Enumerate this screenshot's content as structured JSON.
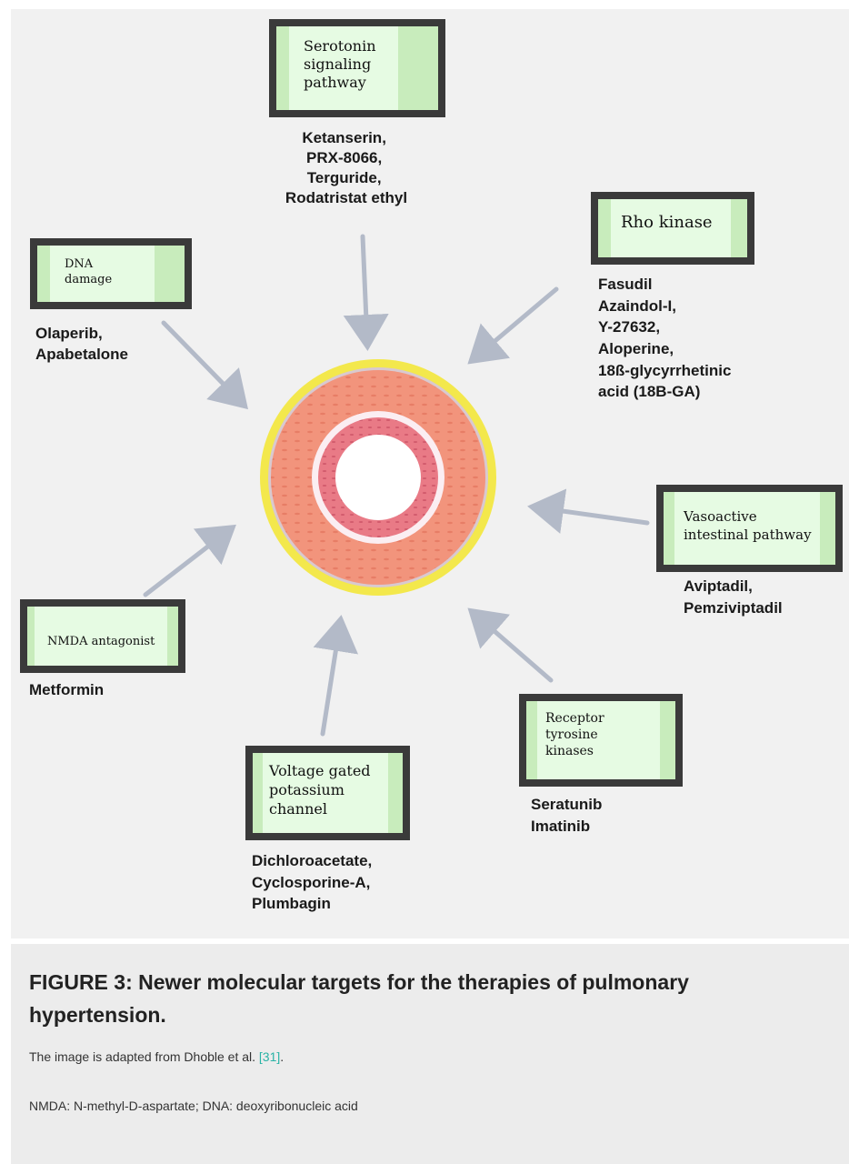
{
  "targets": {
    "serotonin": {
      "label_lines": [
        "Serotonin",
        "signaling",
        "pathway"
      ],
      "drug_lines": [
        "Ketanserin,",
        "PRX-8066,",
        "Terguride,",
        "Rodatristat ethyl"
      ]
    },
    "rho_kinase": {
      "label_lines": [
        "Rho kinase"
      ],
      "drug_lines": [
        "Fasudil",
        "Azaindol-I,",
        "Y-27632,",
        "Aloperine,",
        "18ß-glycyrrhetinic",
        "acid (18B-GA)"
      ]
    },
    "dna_damage": {
      "label_lines": [
        "DNA",
        "damage"
      ],
      "drug_lines": [
        "Olaperib,",
        "Apabetalone"
      ]
    },
    "vasoactive": {
      "label_lines": [
        "Vasoactive",
        "intestinal pathway"
      ],
      "drug_lines": [
        "Aviptadil,",
        "Pemziviptadil"
      ]
    },
    "nmda": {
      "label_lines": [
        "NMDA  antagonist"
      ],
      "drug_lines": [
        "Metformin"
      ]
    },
    "rtk": {
      "label_lines": [
        "Receptor",
        "tyrosine",
        "kinases"
      ],
      "drug_lines": [
        "Seratunib",
        "Imatinib"
      ]
    },
    "kv_channel": {
      "label_lines": [
        "Voltage gated",
        "potassium",
        "channel"
      ],
      "drug_lines": [
        "Dichloroacetate,",
        "Cyclosporine-A,",
        "Plumbagin"
      ]
    }
  },
  "caption": {
    "title": "FIGURE 3: Newer molecular targets for the therapies of pulmonary hypertension.",
    "credit_prefix": "The image is adapted from Dhoble et al. ",
    "credit_link": "[31]",
    "credit_suffix": ".",
    "abbreviations": "NMDA: N-methyl-D-aspartate; DNA: deoxyribonucleic acid"
  },
  "colors": {
    "panel_bg": "#f1f1f1",
    "box_frame": "#3a3a3a",
    "box_fill": "#e6fbe3",
    "box_side": "#c8ecbc",
    "arrow": "#b3bac8",
    "vessel_adventitia": "#f3e84c",
    "vessel_media": "#f2947c",
    "vessel_intima": "#e97a86",
    "link": "#2ab3a6"
  }
}
